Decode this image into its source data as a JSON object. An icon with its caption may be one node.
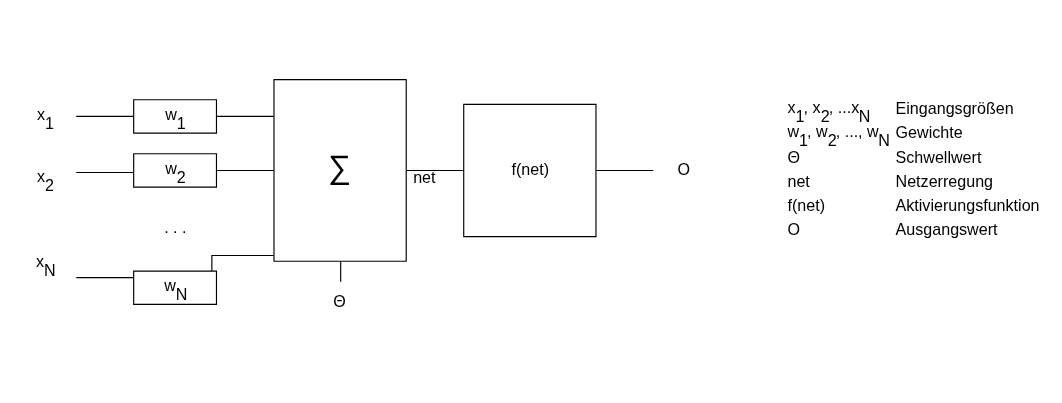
{
  "diagram": {
    "nodes": [
      {
        "text": [
          "x$_{1}$"
        ]
      },
      {
        "text": [
          "x$_{2}$"
        ]
      },
      {
        "text": [
          "x$_{N}$"
        ]
      },
      {
        "text": [
          "w$_{1}$"
        ]
      },
      {
        "text": [
          "w$_{2}$"
        ]
      },
      {
        "text": [
          "w$_{N}$"
        ]
      },
      {
        "text": [
          "∑"
        ]
      },
      {
        "text": [
          "f(net)"
        ]
      },
      {
        "text": [
          "O"
        ]
      },
      {
        "text": [
          "Θ"
        ]
      }
    ],
    "edges": [
      {
        "from": 0,
        "to": 3,
        "arrow": "none"
      },
      {
        "from": 1,
        "to": 4,
        "arrow": "none"
      },
      {
        "from": 2,
        "to": 5,
        "arrow": "none"
      },
      {
        "from": 3,
        "to": 6,
        "arrow": "none"
      },
      {
        "from": 4,
        "to": 6,
        "arrow": "none"
      },
      {
        "from": 5,
        "to": 6,
        "arrow": "none"
      },
      {
        "from": 9,
        "to": 6,
        "arrow": "none"
      },
      {
        "from": 6,
        "to": 7,
        "label": "net",
        "arrow": "none"
      },
      {
        "from": 7,
        "to": 8,
        "arrow": "none"
      }
    ],
    "labels": [
      ". . .",
      "x$_{1}$, x$_{2}$, ...x$_{N}$",
      "Eingangsgrößen",
      "w$_{1}$, w$_{2}$, ..., w$_{N}$",
      "Gewichte",
      "Θ",
      "Schwellwert",
      "net",
      "Netzerregung",
      "f(net)",
      "Aktivierungsfunktion",
      "O",
      "Ausgangswert"
    ]
  }
}
